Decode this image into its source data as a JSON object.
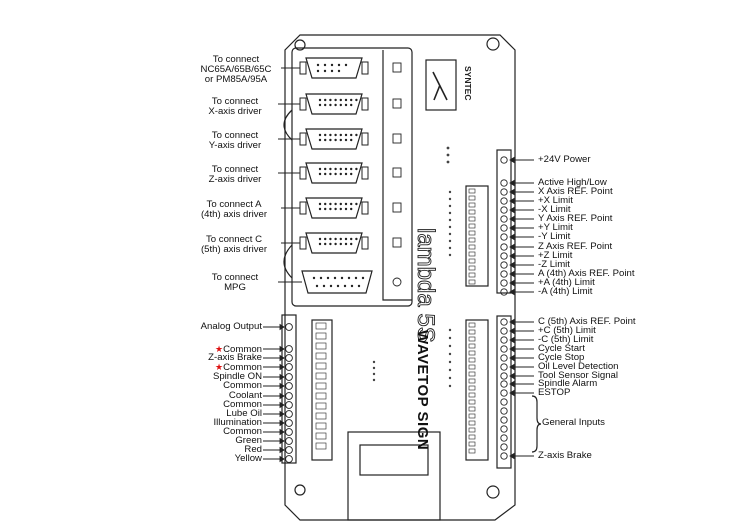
{
  "connectors": {
    "nc65": [
      "To connect",
      "NC65A/65B/65C",
      "or PM85A/95A"
    ],
    "x_driver": [
      "To connect",
      "X-axis driver"
    ],
    "y_driver": [
      "To connect",
      "Y-axis driver"
    ],
    "z_driver": [
      "To connect",
      "Z-axis driver"
    ],
    "a_driver": [
      "To connect A",
      "(4th) axis driver"
    ],
    "c_driver": [
      "To connect C",
      "(5th) axis  driver"
    ],
    "mpg": [
      "To connect",
      "MPG"
    ]
  },
  "left_terminals": {
    "star": "★",
    "items": [
      "Analog Output",
      "Common",
      "Z-axis Brake",
      "Common",
      "Spindle ON",
      "Common",
      "Coolant",
      "Common",
      "Lube Oil",
      "Illumination",
      "Common",
      "Green",
      "Red",
      "Yellow"
    ]
  },
  "right_upper": [
    "+24V Power",
    "Active High/Low",
    "X Axis REF. Point",
    "+X Limit",
    "-X Limit",
    "Y Axis REF. Point",
    "+Y Limit",
    "-Y Limit",
    "Z Axis REF. Point",
    "+Z Limit",
    "-Z Limit",
    "A (4th) Axis REF. Point",
    "+A (4th) Limit",
    "-A (4th) Limit"
  ],
  "right_lower": [
    "C (5th) Axis REF. Point",
    "+C (5th) Limit",
    "-C (5th) Limit",
    "Cycle Start",
    "Cycle Stop",
    "Oil Level Detection",
    "Tool Sensor Signal",
    "Spindle Alarm",
    "ESTOP",
    "General Inputs",
    "Z-axis Brake"
  ],
  "device": {
    "model": "lambda 5S",
    "brand": "SYNTEC",
    "watermark": "WAVETOP SIGN"
  }
}
